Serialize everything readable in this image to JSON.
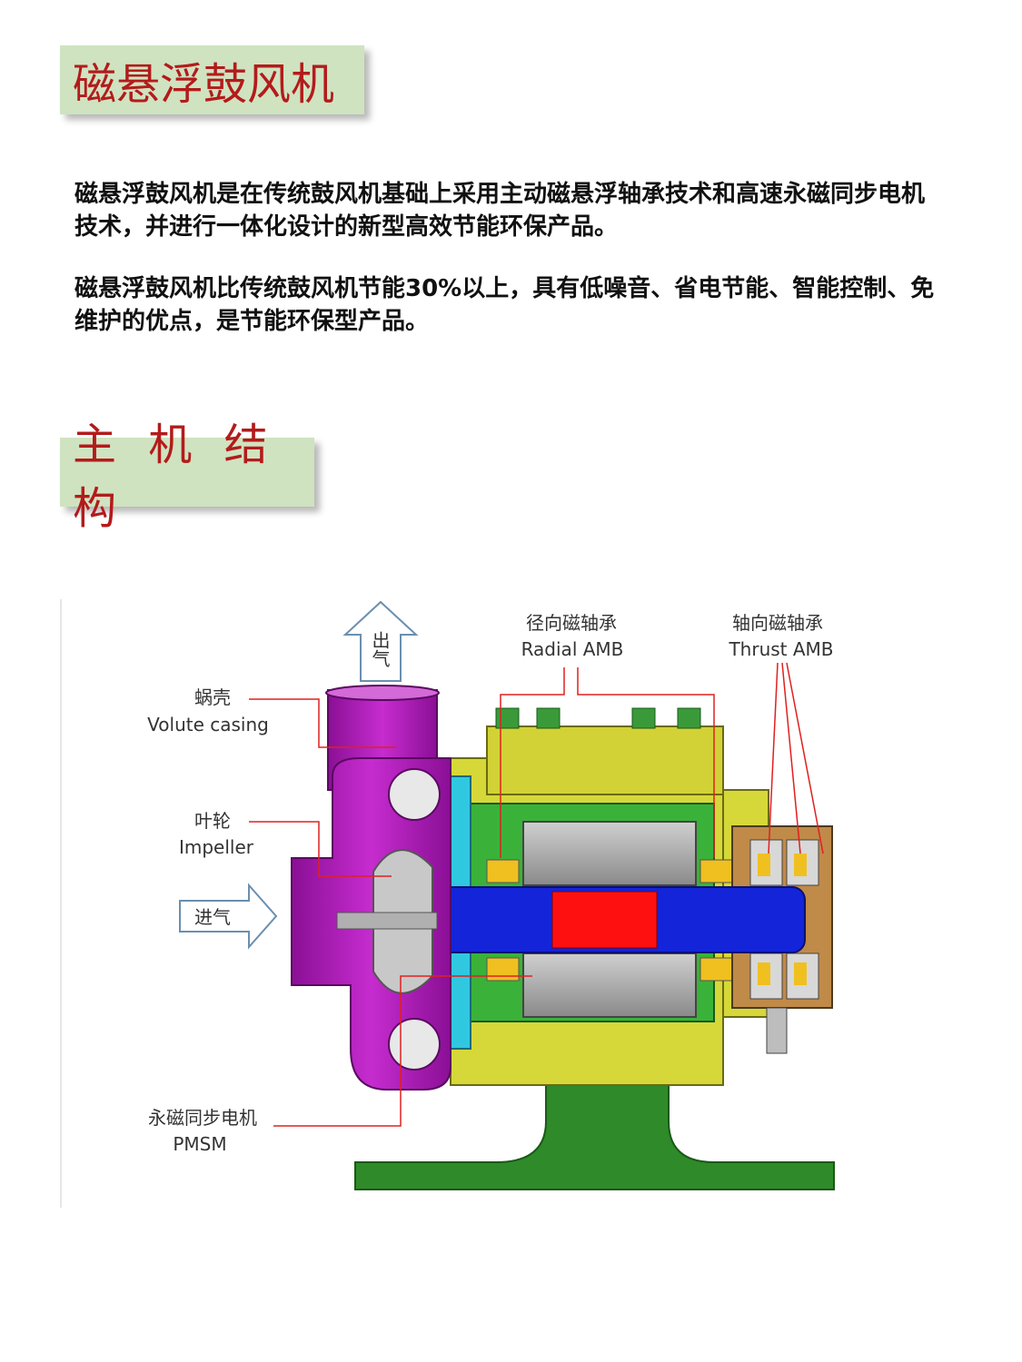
{
  "section1": {
    "title": "磁悬浮鼓风机",
    "paragraphs": [
      "磁悬浮鼓风机是在传统鼓风机基础上采用主动磁悬浮轴承技术和高速永磁同步电机技术，并进行一体化设计的新型高效节能环保产品。",
      "磁悬浮鼓风机比传统鼓风机节能30%以上，具有低噪音、省电节能、智能控制、免维护的优点，是节能环保型产品。"
    ]
  },
  "section2": {
    "title": "主 机 结 构"
  },
  "diagram": {
    "outlet": "出气",
    "inlet": "进气",
    "labels": {
      "volute_zh": "蜗壳",
      "volute_en": "Volute casing",
      "impeller_zh": "叶轮",
      "impeller_en": "Impeller",
      "pmsm_zh": "永磁同步电机",
      "pmsm_en": "PMSM",
      "radial_zh": "径向磁轴承",
      "radial_en": "Radial AMB",
      "thrust_zh": "轴向磁轴承",
      "thrust_en": "Thrust AMB"
    },
    "colors": {
      "volute": "#b015b8",
      "motor_housing": "#d6d83a",
      "base": "#2f8a2a",
      "shaft": "#1424d8",
      "rotor_core": "#ff1010",
      "seal_cyan": "#30c8e0",
      "leader_line": "#e02020"
    }
  }
}
